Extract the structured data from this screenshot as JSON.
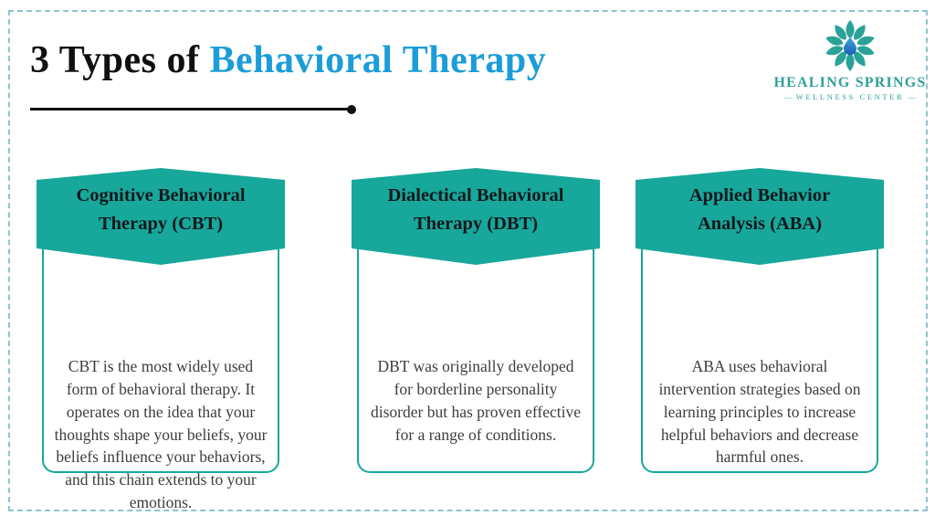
{
  "theme": {
    "teal": "#17a79b",
    "title_blue": "#1b9dd9",
    "body_text": "#3d3d3d",
    "page_border": "#8cc5ce"
  },
  "header": {
    "title_prefix": "3 Types of ",
    "title_highlight": "Behavioral Therapy"
  },
  "logo": {
    "icon": "flower-with-water-drop",
    "line1": "HEALING SPRINGS",
    "line2": "WELLNESS CENTER",
    "dash": "—",
    "text_color": "#2f9f99",
    "petal_color": "#2aa298",
    "drop_color": "#2b7fd0"
  },
  "cards": [
    {
      "title": "Cognitive Behavioral\nTherapy (CBT)",
      "body": "CBT is the most widely used form of behavioral therapy. It operates on the idea that your thoughts shape your beliefs, your beliefs influence your behaviors, and this chain extends to your emotions."
    },
    {
      "title": "Dialectical Behavioral\nTherapy (DBT)",
      "body": "DBT was originally developed for borderline personality disorder but has proven effective for a range of conditions."
    },
    {
      "title": "Applied Behavior\nAnalysis (ABA)",
      "body": "ABA uses behavioral intervention strategies based on learning principles to increase helpful behaviors and decrease harmful ones."
    }
  ]
}
